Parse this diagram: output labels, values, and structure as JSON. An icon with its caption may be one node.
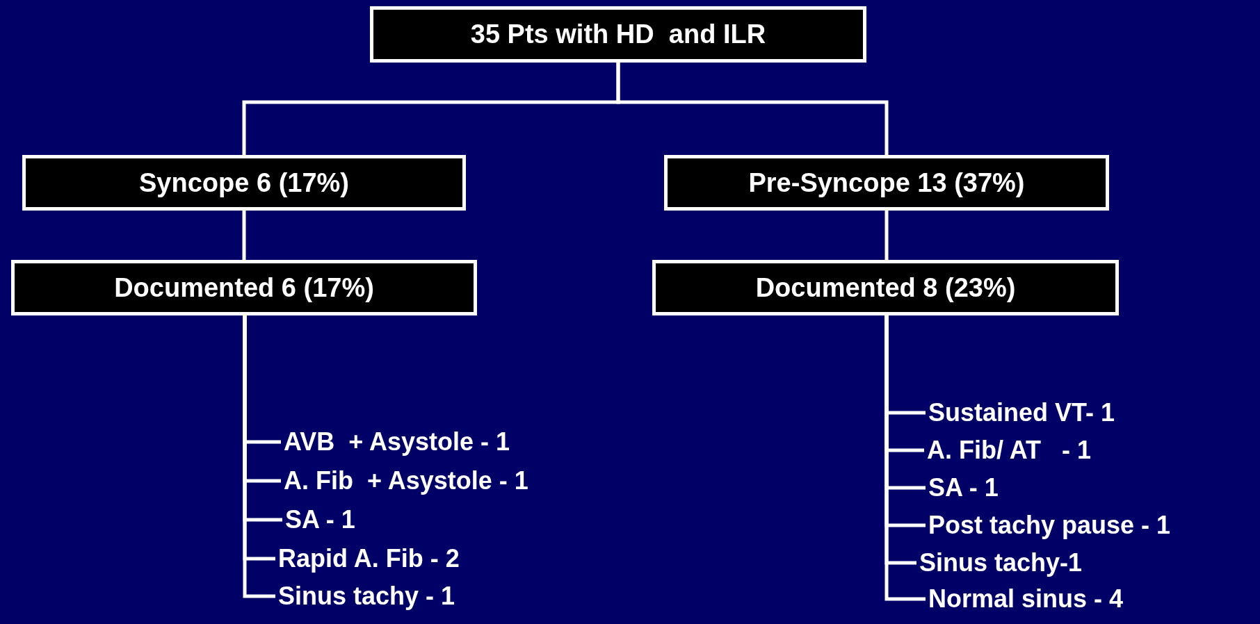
{
  "diagram": {
    "nodes": [
      {
        "text": [
          "35 Pts with HD  and ILR"
        ]
      },
      {
        "text": [
          "Syncope 6 (17%)"
        ]
      },
      {
        "text": [
          "Pre-Syncope 13 (37%)"
        ]
      },
      {
        "text": [
          "Documented 6 (17%)"
        ]
      },
      {
        "text": [
          "Documented 8 (23%)"
        ]
      },
      {
        "text": [
          "AVB  + Asystole - 1"
        ]
      },
      {
        "text": [
          "A. Fib  + Asystole - 1"
        ]
      },
      {
        "text": [
          "SA - 1"
        ]
      },
      {
        "text": [
          "Rapid A. Fib - 2"
        ]
      },
      {
        "text": [
          "Sinus tachy - 1"
        ]
      },
      {
        "text": [
          "Sustained VT- 1"
        ]
      },
      {
        "text": [
          "A. Fib/ AT   - 1"
        ]
      },
      {
        "text": [
          "SA - 1"
        ]
      },
      {
        "text": [
          "Post tachy pause - 1"
        ]
      },
      {
        "text": [
          "Sinus tachy-1"
        ]
      },
      {
        "text": [
          "Normal sinus - 4"
        ]
      }
    ],
    "edges": [
      {
        "from": 0,
        "to": 1,
        "arrow": "none"
      },
      {
        "from": 0,
        "to": 2,
        "arrow": "none"
      },
      {
        "from": 1,
        "to": 3,
        "arrow": "none"
      },
      {
        "from": 2,
        "to": 4,
        "arrow": "none"
      },
      {
        "from": 3,
        "to": 5,
        "arrow": "none"
      },
      {
        "from": 3,
        "to": 6,
        "arrow": "none"
      },
      {
        "from": 3,
        "to": 7,
        "arrow": "none"
      },
      {
        "from": 3,
        "to": 8,
        "arrow": "none"
      },
      {
        "from": 3,
        "to": 9,
        "arrow": "none"
      },
      {
        "from": 4,
        "to": 10,
        "arrow": "none"
      },
      {
        "from": 4,
        "to": 11,
        "arrow": "none"
      },
      {
        "from": 4,
        "to": 12,
        "arrow": "none"
      },
      {
        "from": 4,
        "to": 13,
        "arrow": "none"
      },
      {
        "from": 4,
        "to": 14,
        "arrow": "none"
      },
      {
        "from": 4,
        "to": 15,
        "arrow": "none"
      }
    ]
  }
}
